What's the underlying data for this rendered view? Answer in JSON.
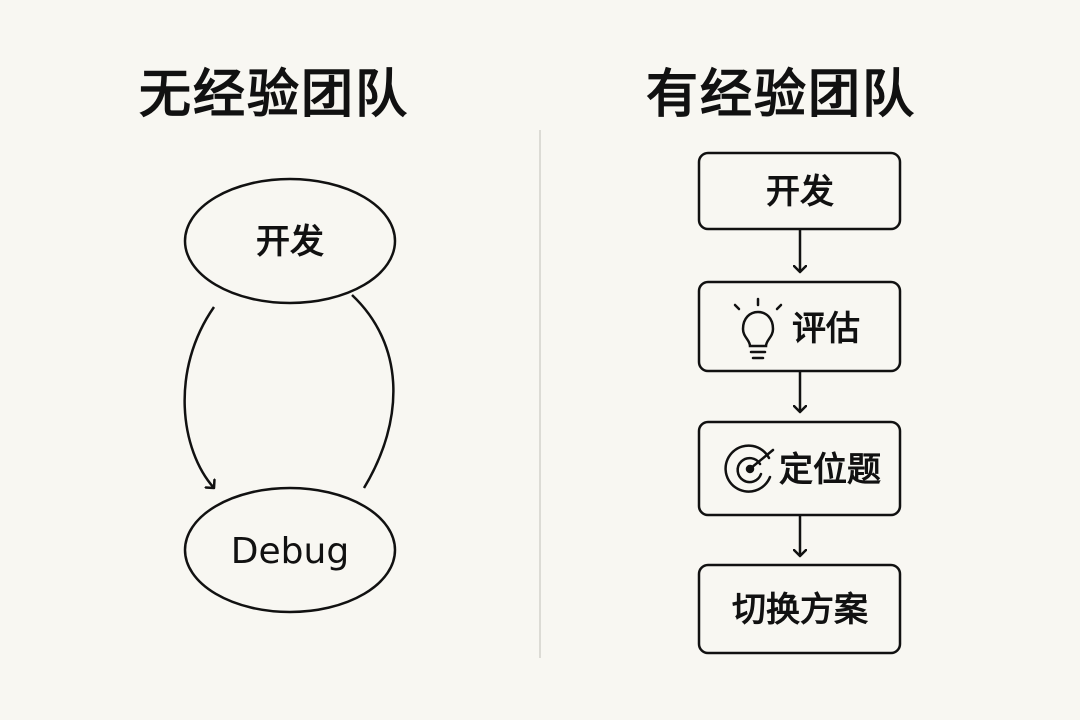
{
  "left": {
    "title": "无经验团队",
    "nodes": {
      "develop": "开发",
      "debug": "Debug"
    }
  },
  "right": {
    "title": "有经验团队",
    "steps": [
      {
        "label": "开发",
        "icon": ""
      },
      {
        "label": "评估",
        "icon": "lightbulb-icon"
      },
      {
        "label": "定位题",
        "icon": "target-icon"
      },
      {
        "label": "切换方案",
        "icon": ""
      }
    ]
  },
  "colors": {
    "background": "#f8f7f2",
    "ink": "#111111",
    "divider": "#dcdbd5"
  }
}
